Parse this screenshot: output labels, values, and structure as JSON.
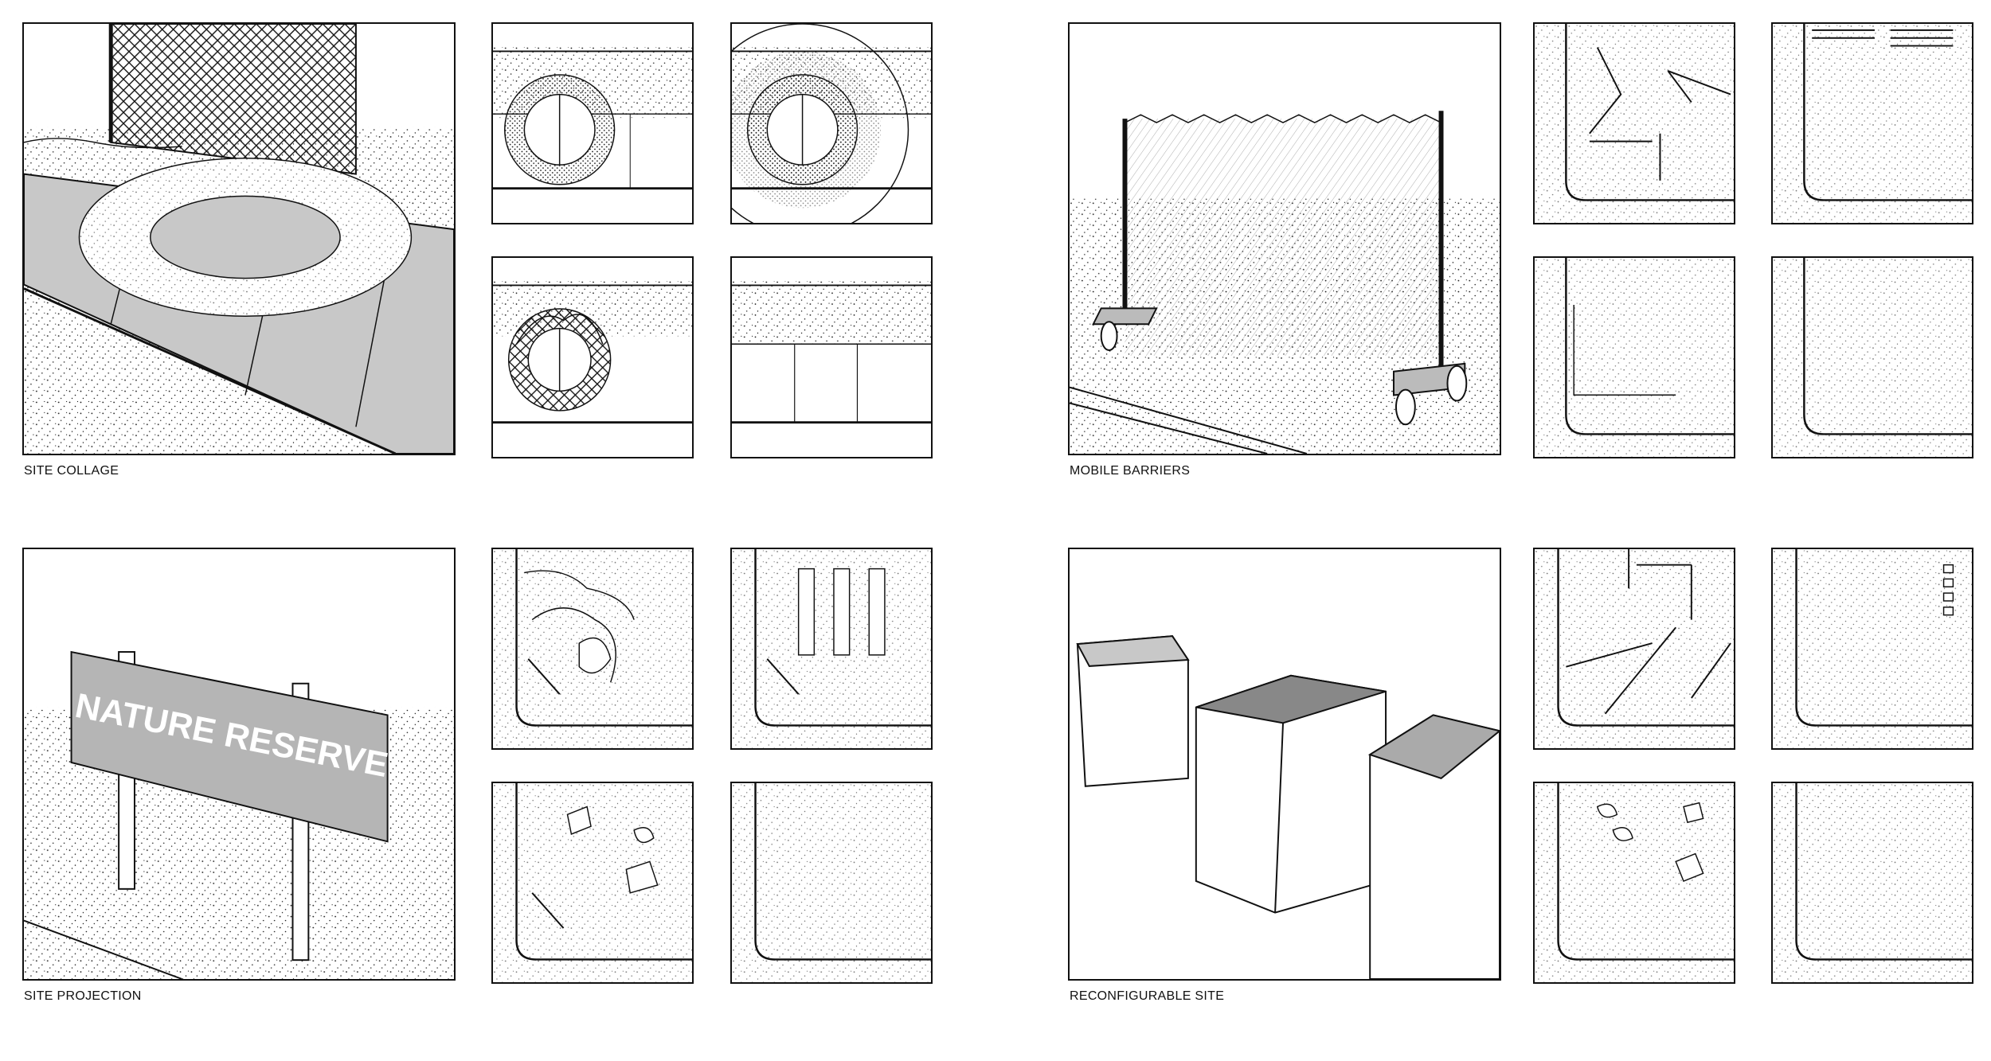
{
  "panels": [
    {
      "caption": "SITE COLLAGE"
    },
    {
      "caption": "MOBILE BARRIERS"
    },
    {
      "caption": "SITE PROJECTION",
      "sign_text": "NATURE RESERVE"
    },
    {
      "caption": "RECONFIGURABLE SITE"
    }
  ],
  "colors": {
    "ink": "#111111",
    "fill_gray": "#c8c8c8",
    "background": "#ffffff"
  }
}
